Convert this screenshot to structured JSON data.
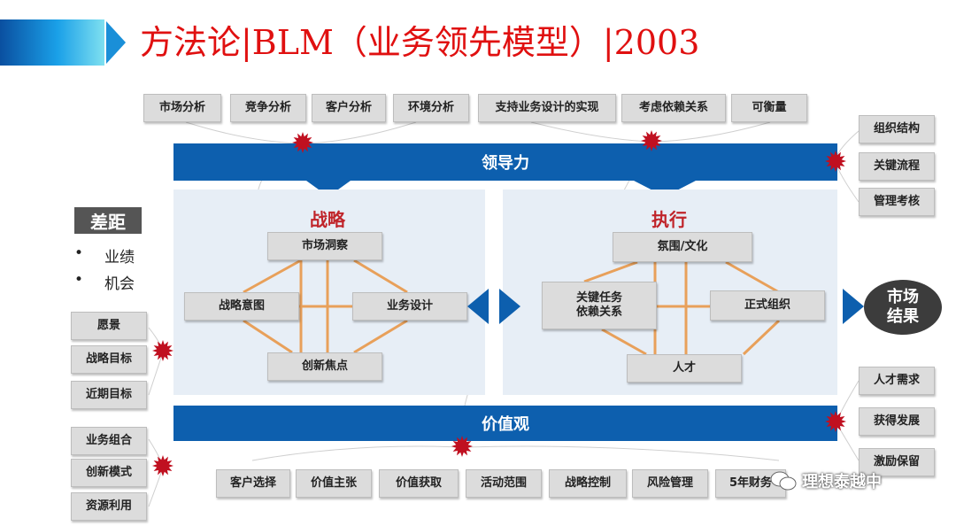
{
  "header": {
    "title": "方法论|BLM（业务领先模型）|2003"
  },
  "top_boxes": [
    "市场分析",
    "竞争分析",
    "客户分析",
    "环境分析",
    "支持业务设计的实现",
    "考虑依赖关系",
    "可衡量"
  ],
  "bands": {
    "leadership": "领导力",
    "values": "价值观"
  },
  "strategy": {
    "title": "战略",
    "nodes": {
      "top": "市场洞察",
      "left": "战略意图",
      "right": "业务设计",
      "bottom": "创新焦点"
    }
  },
  "execution": {
    "title": "执行",
    "nodes": {
      "top": "氛围/文化",
      "left": "关键任务\n依赖关系",
      "right": "正式组织",
      "bottom": "人才"
    }
  },
  "gap": {
    "title": "差距",
    "items": [
      "业绩",
      "机会"
    ],
    "bullet": "•"
  },
  "left_boxes_upper": [
    "愿景",
    "战略目标",
    "近期目标"
  ],
  "left_boxes_lower": [
    "业务组合",
    "创新模式",
    "资源利用"
  ],
  "right_boxes_upper": [
    "组织结构",
    "关键流程",
    "管理考核"
  ],
  "right_boxes_lower": [
    "人才需求",
    "获得发展",
    "激励保留"
  ],
  "bottom_boxes": [
    "客户选择",
    "价值主张",
    "价值获取",
    "活动范围",
    "战略控制",
    "风险管理",
    "5年财务"
  ],
  "result": {
    "line1": "市场",
    "line2": "结果"
  },
  "watermark": "理想泰越中",
  "colors": {
    "band": "#0d5fae",
    "accent": "#c0242a",
    "title": "#e01010",
    "line": "#e8a05a"
  },
  "icons": [
    "burst-icon",
    "chevron-icon",
    "wechat-icon"
  ]
}
